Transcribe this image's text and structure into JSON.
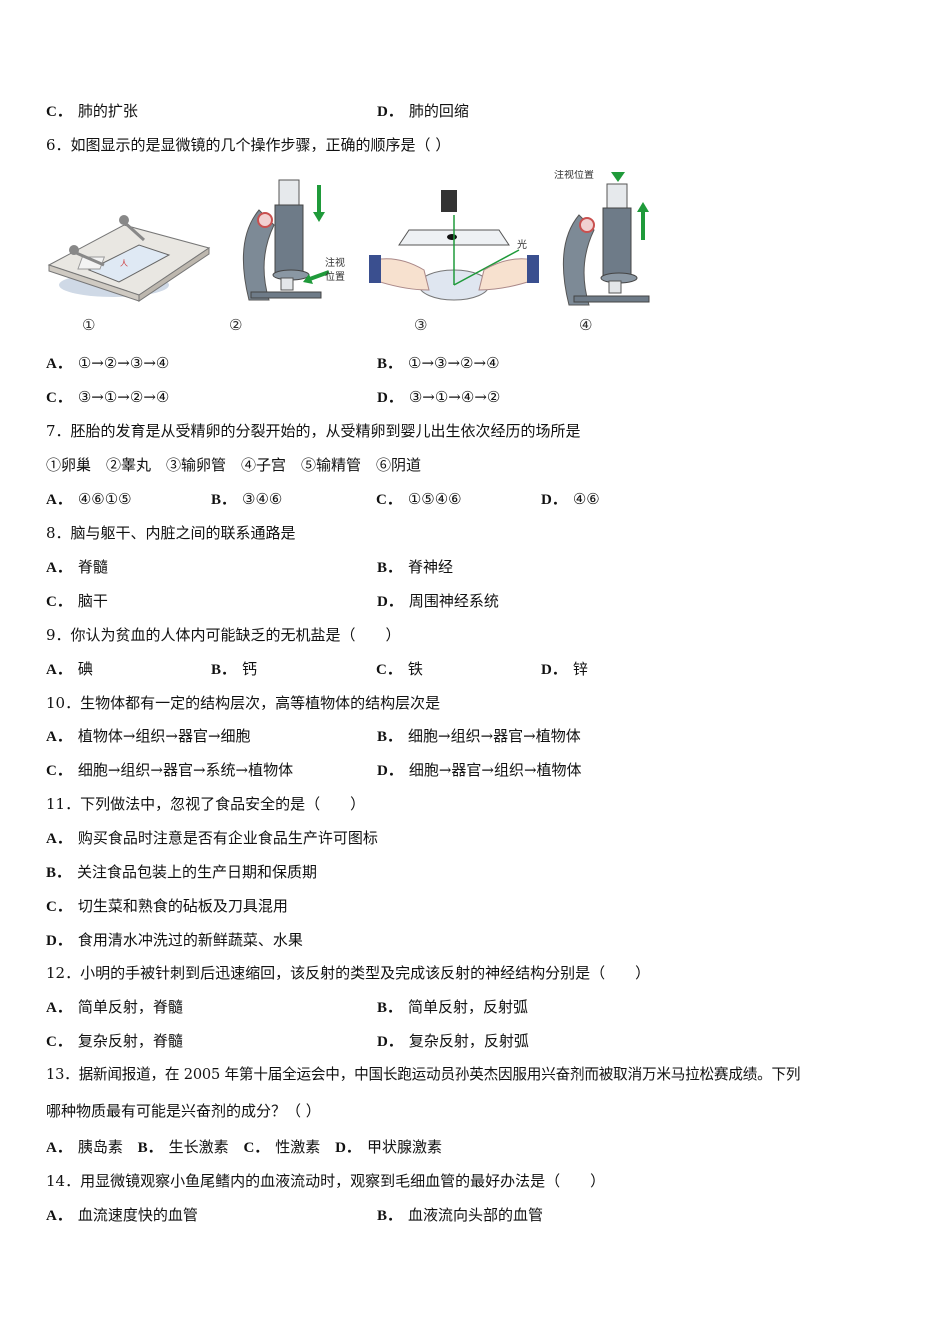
{
  "q5_tail": {
    "options": [
      {
        "label": "C．",
        "text": "肺的扩张"
      },
      {
        "label": "D．",
        "text": "肺的回缩"
      }
    ]
  },
  "q6": {
    "stem": "6．如图显示的是显微镜的几个操作步骤，正确的顺序是（ ）",
    "figures": [
      {
        "label": "①",
        "caption": ""
      },
      {
        "label": "②",
        "caption": "注视位置"
      },
      {
        "label": "③",
        "caption": "光"
      },
      {
        "label": "④",
        "caption": "注视位置"
      }
    ],
    "fig2_note_line1": "注视",
    "fig2_note_line2": "位置",
    "fig3_light": "光",
    "fig4_note": "注视位置",
    "options": [
      {
        "label": "A．",
        "text": "①→②→③→④"
      },
      {
        "label": "B．",
        "text": "①→③→②→④"
      },
      {
        "label": "C．",
        "text": "③→①→②→④"
      },
      {
        "label": "D．",
        "text": "③→①→④→②"
      }
    ]
  },
  "q7": {
    "stem": "7．胚胎的发育是从受精卵的分裂开始的，从受精卵到婴儿出生依次经历的场所是",
    "items": "①卵巢　②睾丸　③输卵管　④子宫　⑤输精管　⑥阴道",
    "options": [
      {
        "label": "A．",
        "text": "④⑥①⑤"
      },
      {
        "label": "B．",
        "text": "③④⑥"
      },
      {
        "label": "C．",
        "text": "①⑤④⑥"
      },
      {
        "label": "D．",
        "text": "④⑥"
      }
    ]
  },
  "q8": {
    "stem": "8．脑与躯干、内脏之间的联系通路是",
    "options": [
      {
        "label": "A．",
        "text": "脊髓"
      },
      {
        "label": "B．",
        "text": "脊神经"
      },
      {
        "label": "C．",
        "text": "脑干"
      },
      {
        "label": "D．",
        "text": "周围神经系统"
      }
    ]
  },
  "q9": {
    "stem": "9．你认为贫血的人体内可能缺乏的无机盐是（　　）",
    "options": [
      {
        "label": "A．",
        "text": "碘"
      },
      {
        "label": "B．",
        "text": "钙"
      },
      {
        "label": "C．",
        "text": "铁"
      },
      {
        "label": "D．",
        "text": "锌"
      }
    ]
  },
  "q10": {
    "stem": "10．生物体都有一定的结构层次，高等植物体的结构层次是",
    "options": [
      {
        "label": "A．",
        "text": "植物体→组织→器官→细胞"
      },
      {
        "label": "B．",
        "text": "细胞→组织→器官→植物体"
      },
      {
        "label": "C．",
        "text": "细胞→组织→器官→系统→植物体"
      },
      {
        "label": "D．",
        "text": "细胞→器官→组织→植物体"
      }
    ]
  },
  "q11": {
    "stem": "11．下列做法中，忽视了食品安全的是（　　）",
    "options": [
      {
        "label": "A．",
        "text": "购买食品时注意是否有企业食品生产许可图标"
      },
      {
        "label": "B．",
        "text": "关注食品包装上的生产日期和保质期"
      },
      {
        "label": "C．",
        "text": "切生菜和熟食的砧板及刀具混用"
      },
      {
        "label": "D．",
        "text": "食用清水冲洗过的新鲜蔬菜、水果"
      }
    ]
  },
  "q12": {
    "stem": "12．小明的手被针刺到后迅速缩回，该反射的类型及完成该反射的神经结构分别是（　　）",
    "options": [
      {
        "label": "A．",
        "text": "简单反射，脊髓"
      },
      {
        "label": "B．",
        "text": "简单反射，反射弧"
      },
      {
        "label": "C．",
        "text": "复杂反射，脊髓"
      },
      {
        "label": "D．",
        "text": "复杂反射，反射弧"
      }
    ]
  },
  "q13": {
    "stem_line1": "13．据新闻报道，在 2005 年第十届全运会中，中国长跑运动员孙英杰因服用兴奋剂而被取消万米马拉松赛成绩。下列",
    "stem_line2": "哪种物质最有可能是兴奋剂的成分？（ ）",
    "options": [
      {
        "label": "A．",
        "text": "胰岛素"
      },
      {
        "label": "B．",
        "text": "生长激素"
      },
      {
        "label": "C．",
        "text": "性激素"
      },
      {
        "label": "D．",
        "text": "甲状腺激素"
      }
    ]
  },
  "q14": {
    "stem": "14．用显微镜观察小鱼尾鳍内的血液流动时，观察到毛细血管的最好办法是（　　）",
    "options": [
      {
        "label": "A．",
        "text": "血流速度快的血管"
      },
      {
        "label": "B．",
        "text": "血液流向头部的血管"
      }
    ]
  },
  "colors": {
    "arrow_green": "#1f9a3a",
    "microscope_gray": "#7d8a96",
    "adjust_knob_red": "#c9504f",
    "sleeve_blue": "#3a4f8f"
  }
}
